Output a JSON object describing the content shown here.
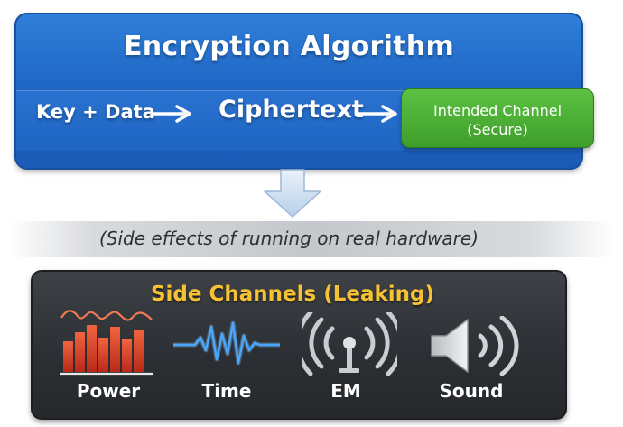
{
  "algorithm": {
    "title": "Encryption Algorithm",
    "input_label": "Key + Data",
    "output_label": "Ciphertext",
    "channel": {
      "line1": "Intended Channel",
      "line2": "(Secure)"
    }
  },
  "side_effects_note": "(Side effects of running on real hardware)",
  "side_channels": {
    "title": "Side Channels (Leaking)",
    "items": [
      {
        "label": "Power",
        "icon": "power-bars-icon",
        "color": "#e2452c"
      },
      {
        "label": "Time",
        "icon": "waveform-icon",
        "color": "#4aa8ff"
      },
      {
        "label": "EM",
        "icon": "antenna-icon",
        "color": "#d0d3d7"
      },
      {
        "label": "Sound",
        "icon": "speaker-icon",
        "color": "#d0d3d7"
      }
    ]
  },
  "colors": {
    "primary_blue": "#1d63c2",
    "secure_green": "#3e9e2a",
    "leak_yellow": "#f6c234",
    "dark_panel": "#2b2e32"
  }
}
